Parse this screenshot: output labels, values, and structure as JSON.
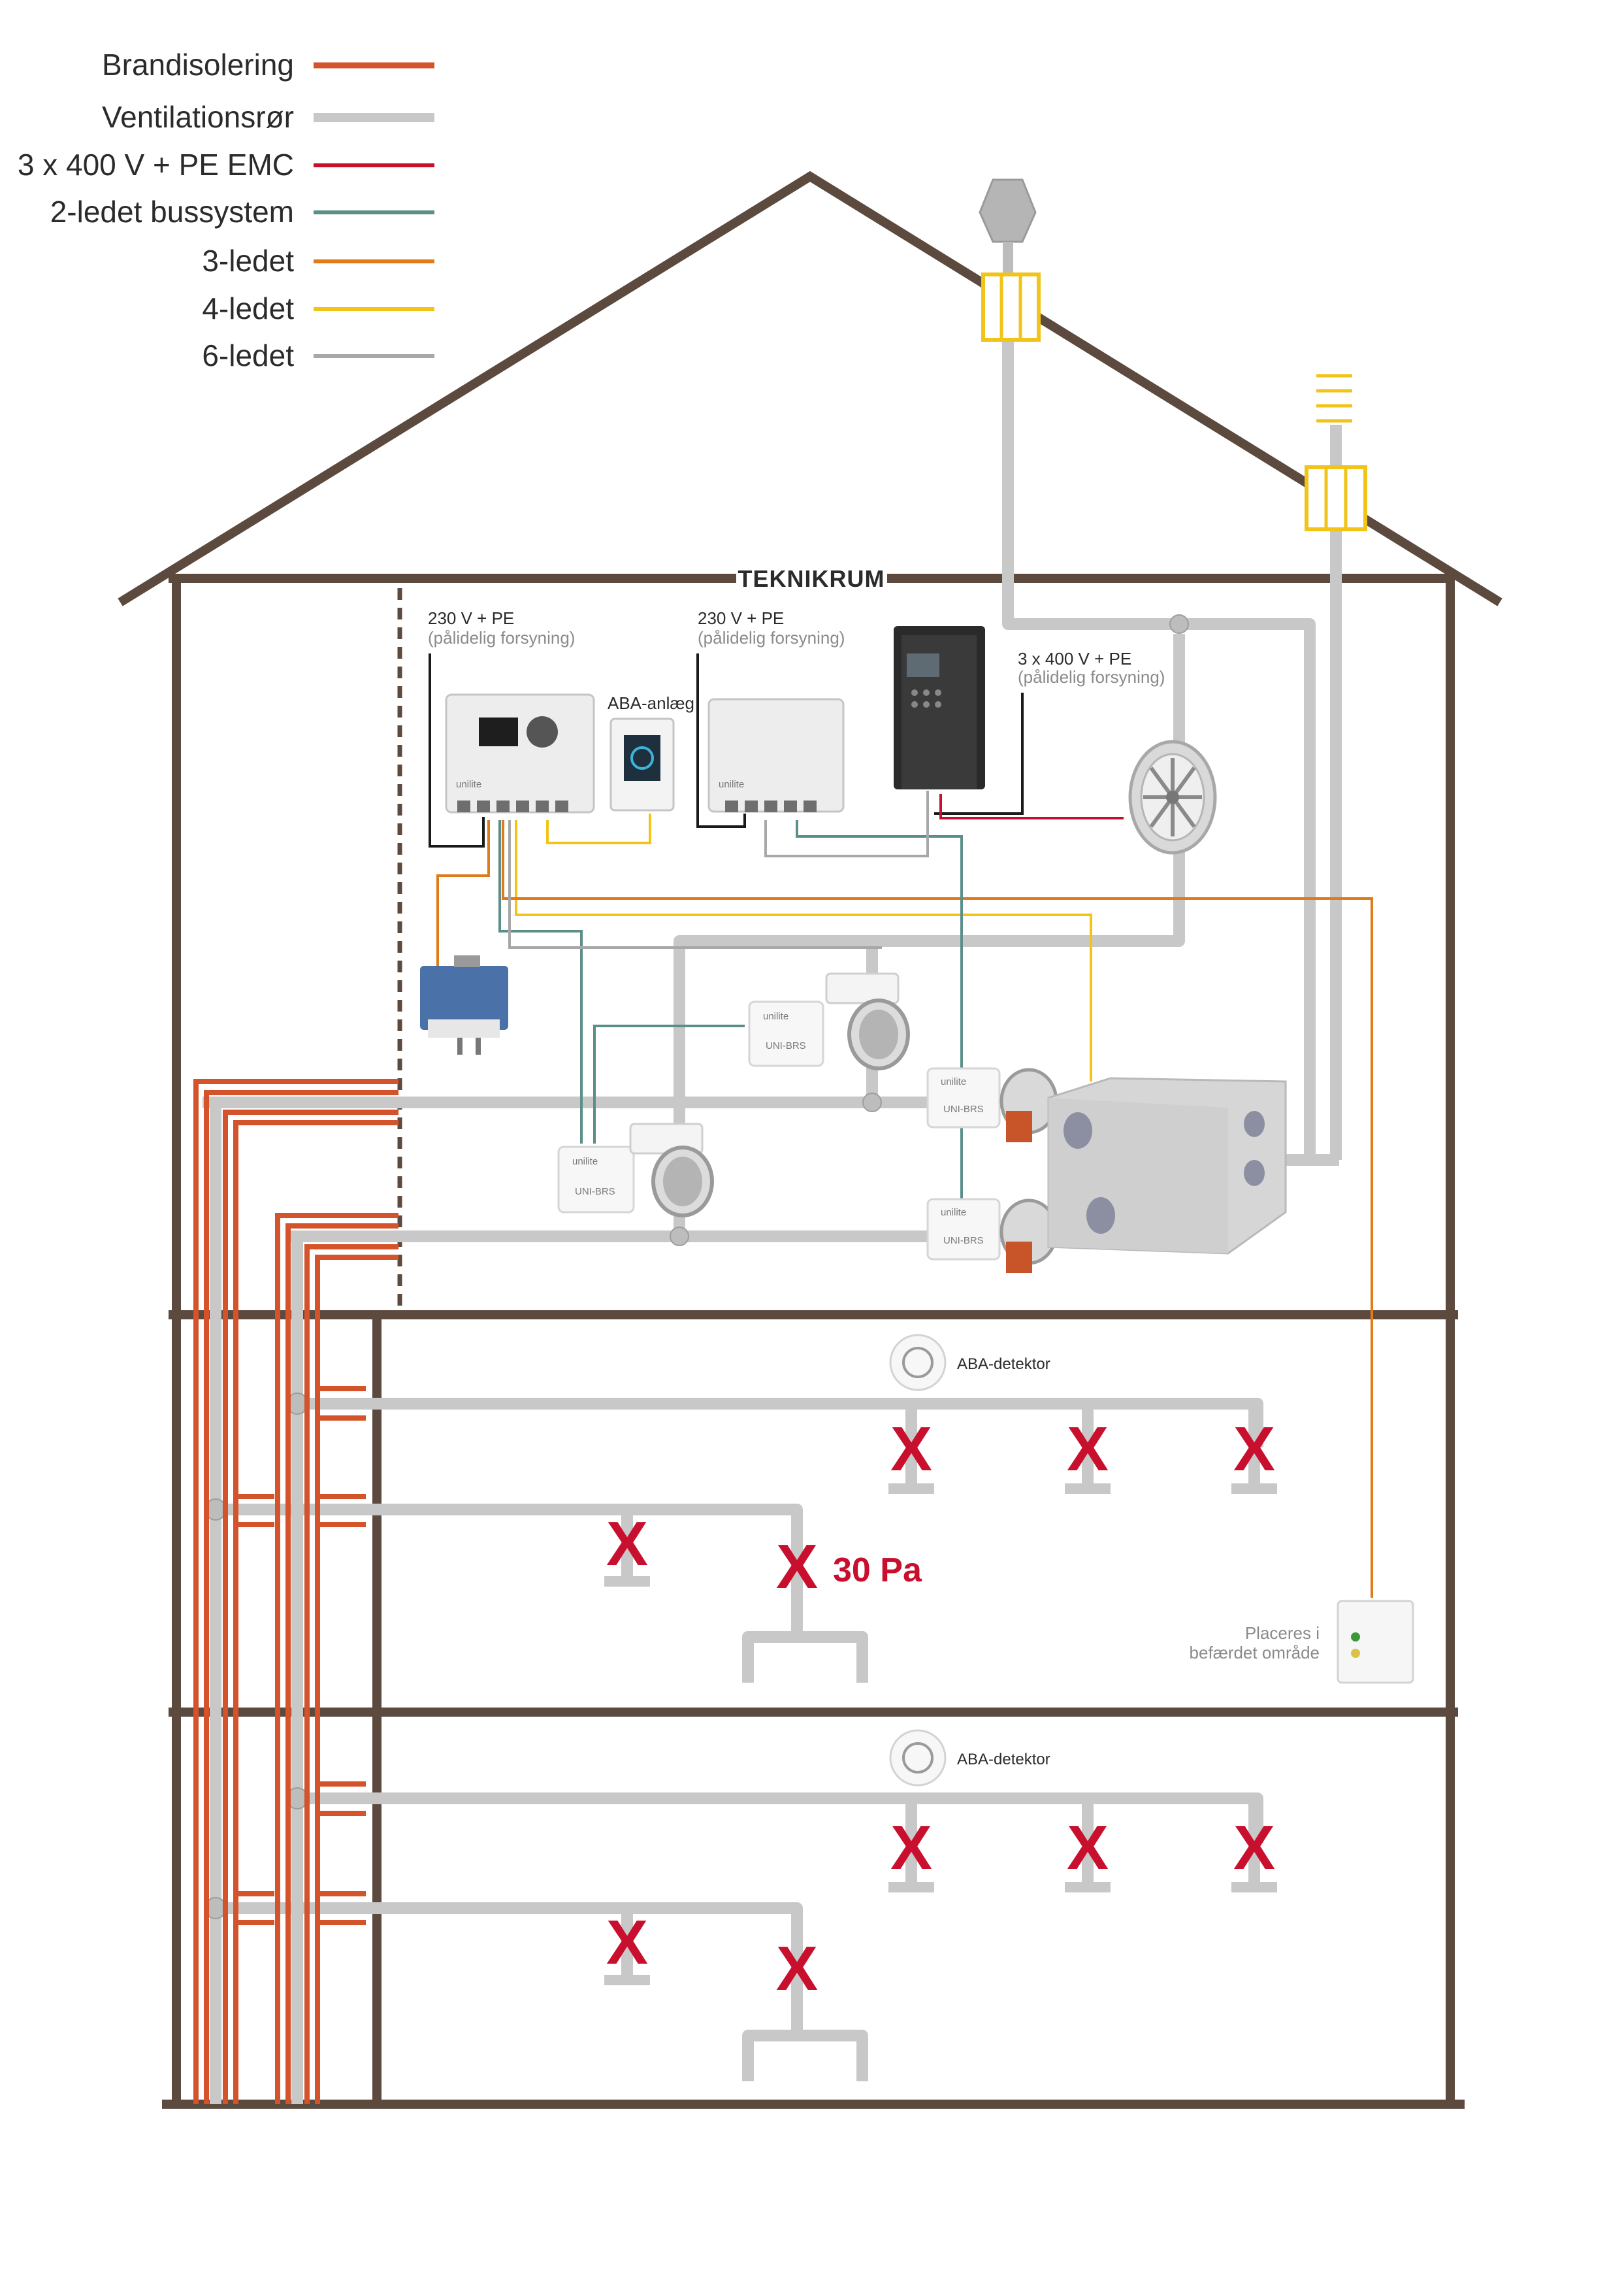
{
  "legend": [
    {
      "label": "Brandisolering",
      "color": "#d4532a"
    },
    {
      "label": "Ventilationsrør",
      "color": "#c8c8c8"
    },
    {
      "label": "3 x 400 V + PE EMC",
      "color": "#c8102e"
    },
    {
      "label": "2-ledet bussystem",
      "color": "#5b8f8a"
    },
    {
      "label": "3-ledet",
      "color": "#e07b1a"
    },
    {
      "label": "4-ledet",
      "color": "#f2c318"
    },
    {
      "label": "6-ledet",
      "color": "#a8a8a8"
    }
  ],
  "technical_room": {
    "title": "TEKNIKRUM",
    "supply_1": {
      "line1": "230 V + PE",
      "line2": "(pålidelig forsyning)"
    },
    "supply_2": {
      "line1": "230 V + PE",
      "line2": "(pålidelig forsyning)"
    },
    "supply_3": {
      "line1": "3 x 400 V + PE",
      "line2": "(pålidelig forsyning)"
    },
    "aba_system": "ABA-anlæg",
    "brand": "unilite",
    "module_label": "UNI-BRS"
  },
  "floors": [
    {
      "detector_label": "ABA-detektor",
      "pressure": "30 Pa",
      "remote_label_1": "Placeres i",
      "remote_label_2": "befærdet område"
    },
    {
      "detector_label": "ABA-detektor"
    }
  ],
  "colors": {
    "wall": "#5c4a3f",
    "duct": "#c8c8c8",
    "damper_mark": "#c8102e",
    "fire_insulation": "#d4532a"
  }
}
